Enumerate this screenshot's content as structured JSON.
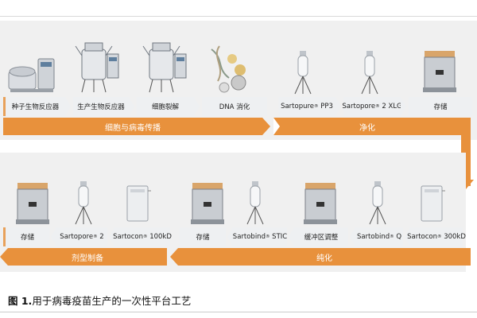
{
  "row1": {
    "steps": [
      {
        "label": "种子生物反应器"
      },
      {
        "label": "生产生物反应器"
      },
      {
        "label": "细胞裂解"
      },
      {
        "label": "DNA 消化"
      },
      {
        "label": "Sartopure",
        "suffix": " PP3"
      },
      {
        "label": "Sartopore",
        "suffix": " 2 XLG"
      },
      {
        "label": "存储"
      }
    ],
    "bands": [
      {
        "label": "细胞与病毒传播"
      },
      {
        "label": "净化"
      }
    ]
  },
  "row2": {
    "steps": [
      {
        "label": "存储"
      },
      {
        "label": "Sartopore",
        "suffix": " 2"
      },
      {
        "label": "Sartocon",
        "suffix": " 100kD"
      },
      {
        "label": "存储"
      },
      {
        "label": "Sartobind",
        "suffix": " STIC"
      },
      {
        "label": "缓冲区调整"
      },
      {
        "label": "Sartobind",
        "suffix": " Q"
      },
      {
        "label": "Sartocon",
        "suffix": " 300kD"
      }
    ],
    "bands": [
      {
        "label": "剂型制备"
      },
      {
        "label": "纯化"
      }
    ]
  },
  "registered_mark": "®",
  "caption": {
    "prefix": "图 1.",
    "text": "用于病毒疫苗生产的一次性平台工艺"
  },
  "colors": {
    "accent_orange": "#e8913c",
    "panel_gray": "#f0f0f0",
    "step_box": "#eef0f2"
  },
  "icons": [
    "bioreactor-small-icon",
    "bioreactor-large-icon",
    "bioreactor-lysis-icon",
    "dna-digestion-icon",
    "filter-capsule-icon",
    "storage-bin-icon",
    "crossflow-cassette-icon"
  ]
}
